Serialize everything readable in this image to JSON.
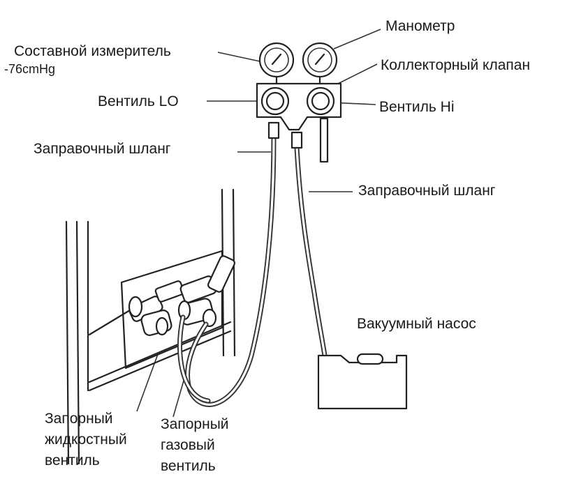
{
  "labels": {
    "compound_gauge": "Составной измеритель",
    "compound_gauge_range": "-76cmHg",
    "manometer": "Манометр",
    "manifold_valve": "Коллекторный клапан",
    "valve_lo": "Вентиль  LO",
    "valve_hi": "Вентиль Hi",
    "charging_hose_left": "Заправочный шланг",
    "charging_hose_right": "Заправочный шланг",
    "vacuum_pump": "Вакуумный насос",
    "liquid_valve_line1": "Запорный",
    "liquid_valve_line2": "жидкостный",
    "liquid_valve_line3": "вентиль",
    "gas_valve_line1": "Запорный",
    "gas_valve_line2": "газовый",
    "gas_valve_line3": "вентиль"
  }
}
